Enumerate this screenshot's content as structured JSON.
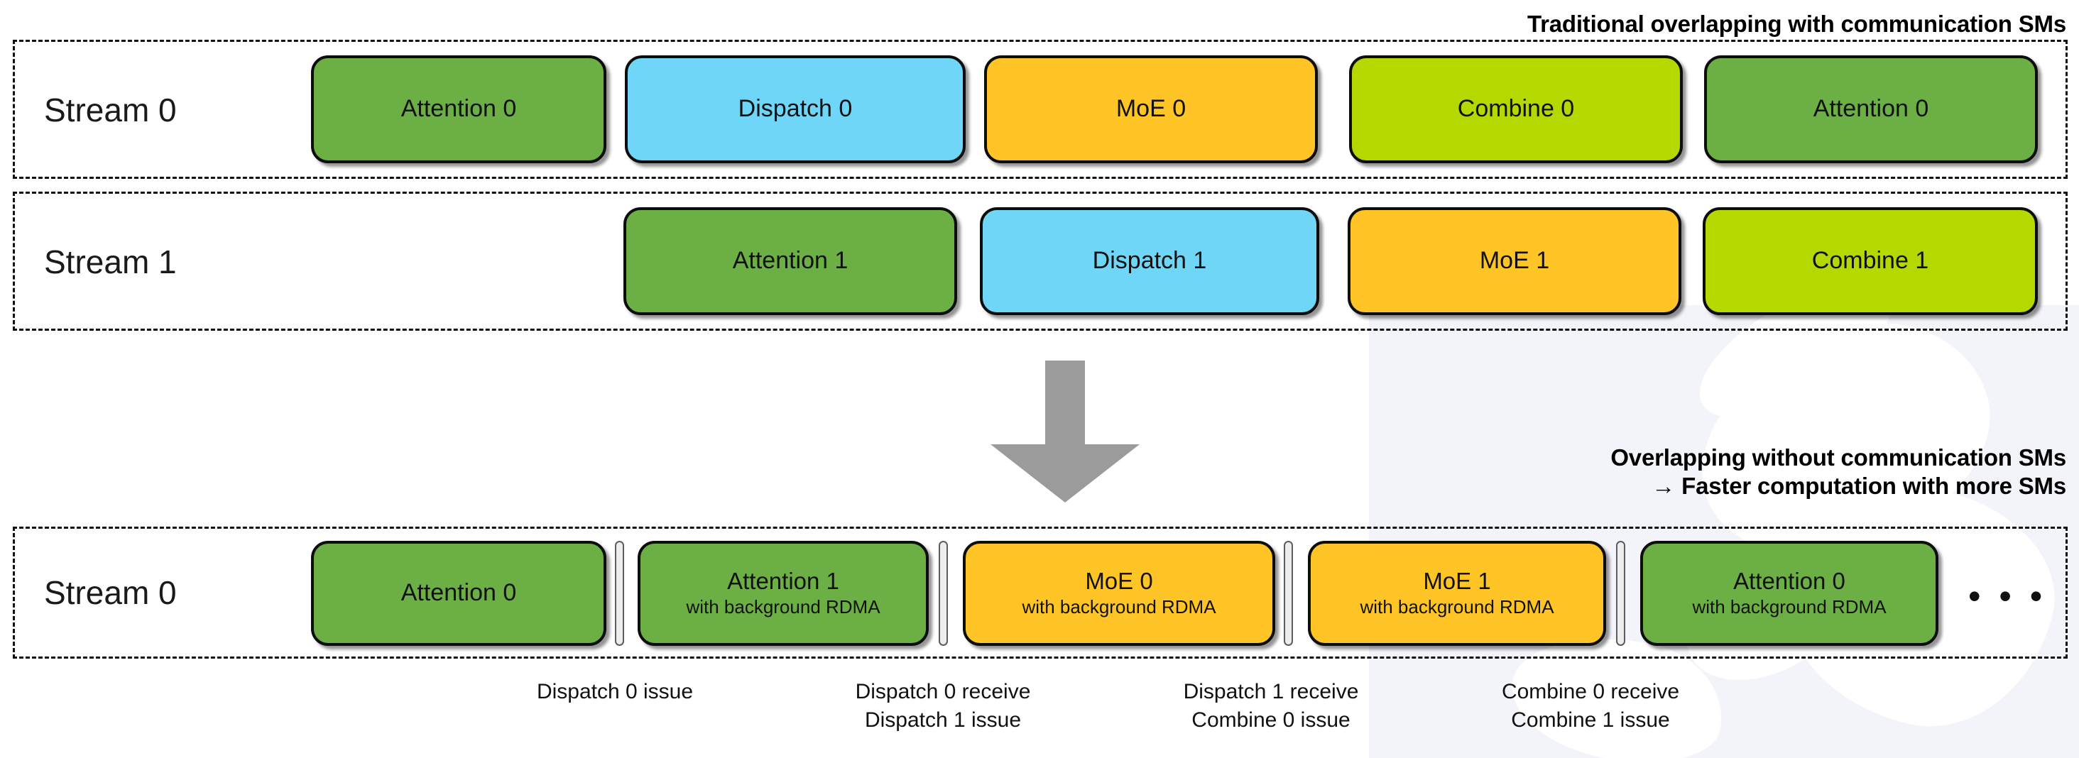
{
  "headings": {
    "top": "Traditional overlapping with communication SMs",
    "bottom_line1": "Overlapping without communication SMs",
    "bottom_line2": "→ Faster computation with more SMs"
  },
  "colors": {
    "attention": "#6CAF45",
    "dispatch": "#6FD6F7",
    "moe": "#FFC425",
    "combine": "#B4D800",
    "arrow": "#9B9B9B",
    "border": "#0D0D0D",
    "separator": "#EDEDED",
    "watermark": "#F3F3FA"
  },
  "traditional": {
    "lanes": [
      {
        "label": "Stream 0",
        "boxes": [
          {
            "label": "Attention 0",
            "kind": "attention"
          },
          {
            "label": "Dispatch 0",
            "kind": "dispatch"
          },
          {
            "label": "MoE 0",
            "kind": "moe"
          },
          {
            "label": "Combine 0",
            "kind": "combine"
          },
          {
            "label": "Attention 0",
            "kind": "attention"
          }
        ]
      },
      {
        "label": "Stream 1",
        "boxes": [
          {
            "label": "Attention 1",
            "kind": "attention"
          },
          {
            "label": "Dispatch 1",
            "kind": "dispatch"
          },
          {
            "label": "MoE 1",
            "kind": "moe"
          },
          {
            "label": "Combine 1",
            "kind": "combine"
          }
        ]
      }
    ]
  },
  "arrow": {
    "name": "down-arrow"
  },
  "optimized": {
    "lane": {
      "label": "Stream 0",
      "boxes": [
        {
          "label": "Attention 0",
          "sub": "",
          "kind": "attention"
        },
        {
          "label": "Attention 1",
          "sub": "with background RDMA",
          "kind": "attention"
        },
        {
          "label": "MoE 0",
          "sub": "with background RDMA",
          "kind": "moe"
        },
        {
          "label": "MoE 1",
          "sub": "with background RDMA",
          "kind": "moe"
        },
        {
          "label": "Attention 0",
          "sub": "with background RDMA",
          "kind": "attention"
        }
      ],
      "ellipsis": "• • •"
    },
    "captions": [
      {
        "line1": "Dispatch 0 issue",
        "line2": ""
      },
      {
        "line1": "Dispatch 0 receive",
        "line2": "Dispatch 1 issue"
      },
      {
        "line1": "Dispatch 1 receive",
        "line2": "Combine 0 issue"
      },
      {
        "line1": "Combine 0 receive",
        "line2": "Combine 1 issue"
      }
    ]
  }
}
